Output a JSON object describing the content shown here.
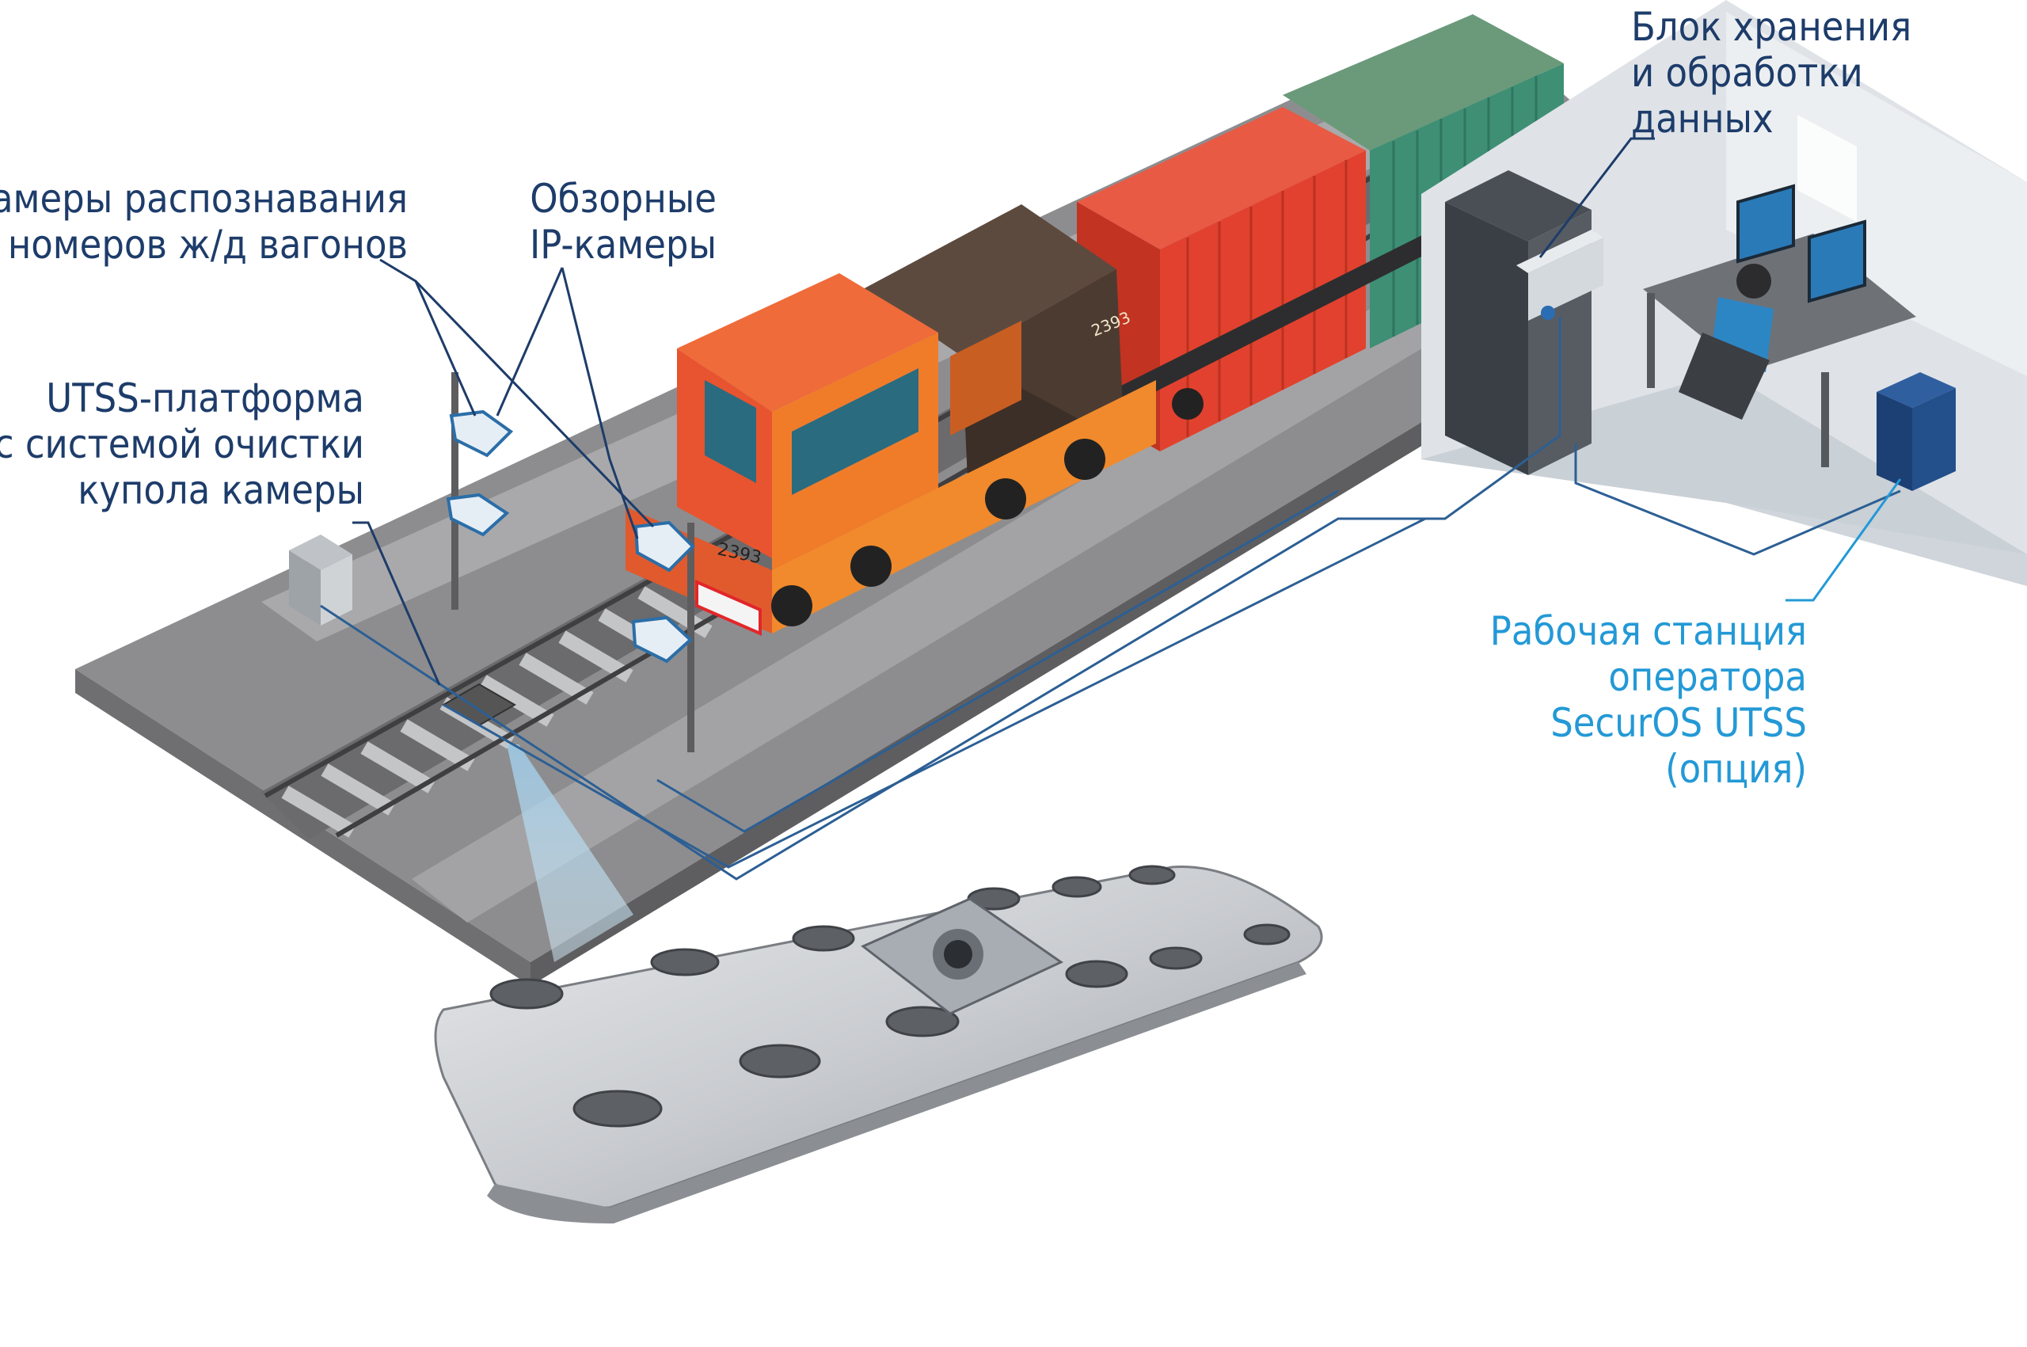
{
  "labels": {
    "recognition_cameras": [
      "Камеры распознавания",
      "номеров ж/д вагонов"
    ],
    "overview_cameras": [
      "Обзорные",
      "IP-камеры"
    ],
    "utss_platform": [
      "UTSS-платформа",
      "с системой очистки",
      "купола камеры"
    ],
    "storage_unit": [
      "Блок хранения",
      "и обработки",
      "данных"
    ],
    "workstation": [
      "Рабочая станция",
      "оператора",
      "SecurOS UTSS",
      "(опция)"
    ]
  },
  "vehicle_numbers": {
    "locomotive_front": "2393",
    "locomotive_side": "2393"
  },
  "colors": {
    "label_dark": "#1d3c6a",
    "label_blue": "#2399d6",
    "ground": "#8d8d8f",
    "locomotive_cab": "#e7542f",
    "locomotive_body": "#f07c2a",
    "container_red": "#e2412f",
    "container_green": "#3e8f74",
    "connector_line": "#2c5f94"
  }
}
